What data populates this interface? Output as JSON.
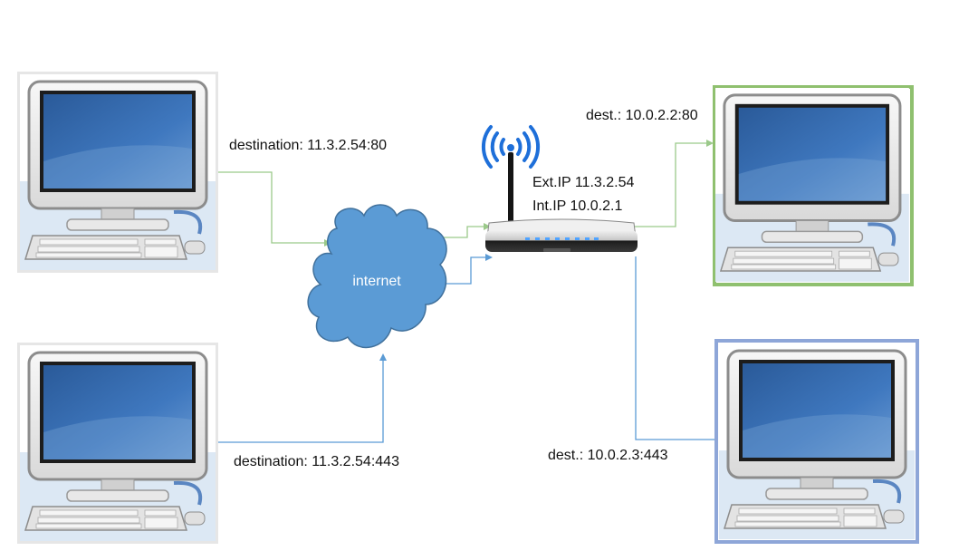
{
  "cloud": {
    "label": "internet"
  },
  "router": {
    "ext_ip": "Ext.IP 11.3.2.54",
    "int_ip": "Int.IP 10.0.2.1"
  },
  "labels": {
    "top_left_destination": "destination: 11.3.2.54:80",
    "bottom_left_destination": "destination: 11.3.2.54:443",
    "top_right_dest": "dest.: 10.0.2.2:80",
    "bottom_right_dest": "dest.: 10.0.2.3:443"
  },
  "colors": {
    "green_link": "#9bc98a",
    "blue_link": "#5b9bd5",
    "cloud_fill": "#5b9bd5",
    "green_frame": "#8fc06f",
    "blue_frame": "#8ea6d8"
  },
  "icons": {
    "computer": "computer-icon",
    "router": "wireless-router-icon",
    "cloud": "cloud-icon"
  }
}
